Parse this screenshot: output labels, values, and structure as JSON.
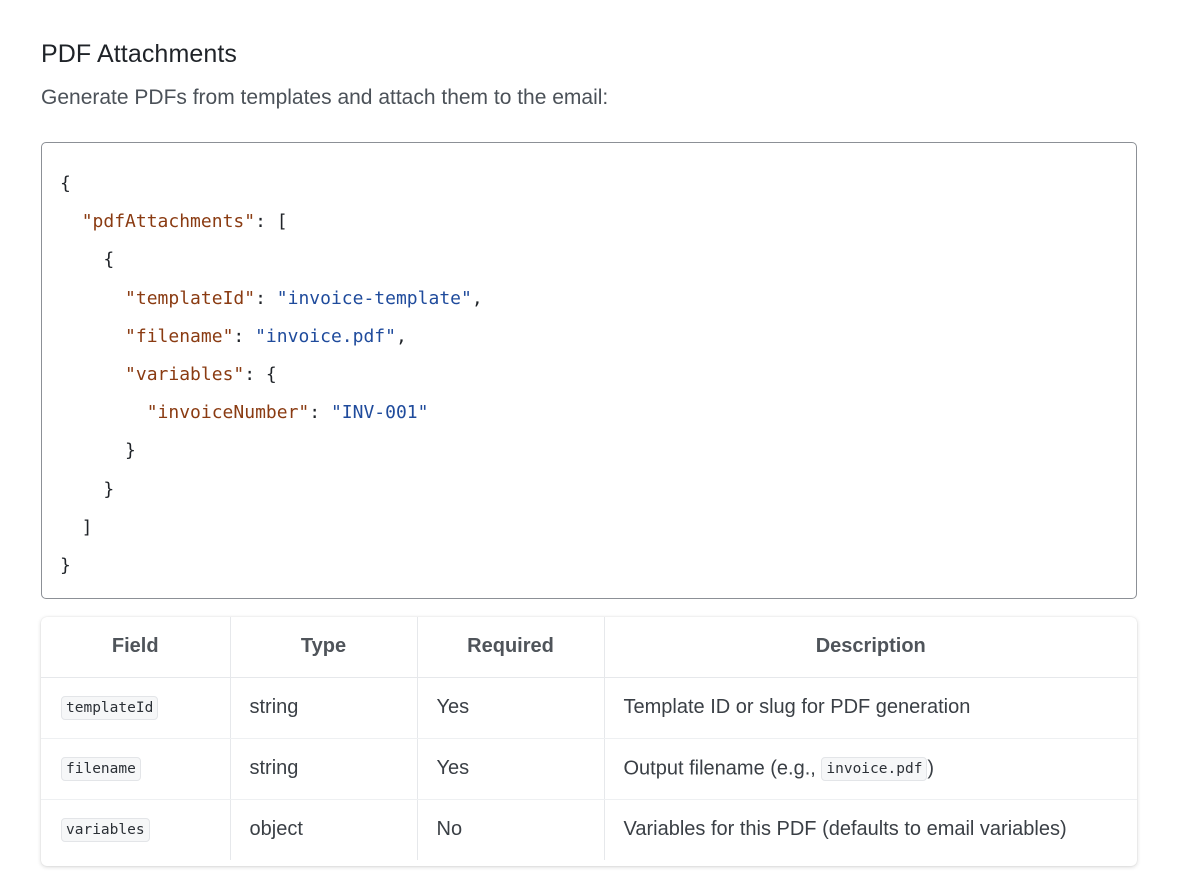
{
  "section": {
    "title": "PDF Attachments",
    "description": "Generate PDFs from templates and attach them to the email:"
  },
  "code": {
    "language": "json",
    "lines": [
      [
        {
          "t": "{",
          "k": "punc"
        }
      ],
      [
        {
          "t": "  ",
          "k": "punc"
        },
        {
          "t": "\"pdfAttachments\"",
          "k": "key"
        },
        {
          "t": ": [",
          "k": "punc"
        }
      ],
      [
        {
          "t": "    {",
          "k": "punc"
        }
      ],
      [
        {
          "t": "      ",
          "k": "punc"
        },
        {
          "t": "\"templateId\"",
          "k": "key"
        },
        {
          "t": ": ",
          "k": "punc"
        },
        {
          "t": "\"invoice-template\"",
          "k": "str"
        },
        {
          "t": ",",
          "k": "punc"
        }
      ],
      [
        {
          "t": "      ",
          "k": "punc"
        },
        {
          "t": "\"filename\"",
          "k": "key"
        },
        {
          "t": ": ",
          "k": "punc"
        },
        {
          "t": "\"invoice.pdf\"",
          "k": "str"
        },
        {
          "t": ",",
          "k": "punc"
        }
      ],
      [
        {
          "t": "      ",
          "k": "punc"
        },
        {
          "t": "\"variables\"",
          "k": "key"
        },
        {
          "t": ": {",
          "k": "punc"
        }
      ],
      [
        {
          "t": "        ",
          "k": "punc"
        },
        {
          "t": "\"invoiceNumber\"",
          "k": "key"
        },
        {
          "t": ": ",
          "k": "punc"
        },
        {
          "t": "\"INV-001\"",
          "k": "str"
        }
      ],
      [
        {
          "t": "      }",
          "k": "punc"
        }
      ],
      [
        {
          "t": "    }",
          "k": "punc"
        }
      ],
      [
        {
          "t": "  ]",
          "k": "punc"
        }
      ],
      [
        {
          "t": "}",
          "k": "punc"
        }
      ]
    ]
  },
  "table": {
    "headers": [
      "Field",
      "Type",
      "Required",
      "Description"
    ],
    "rows": [
      {
        "field": "templateId",
        "type": "string",
        "required": "Yes",
        "description": "Template ID or slug for PDF generation",
        "desc_code": "",
        "desc_suffix": ""
      },
      {
        "field": "filename",
        "type": "string",
        "required": "Yes",
        "description": "Output filename (e.g., ",
        "desc_code": "invoice.pdf",
        "desc_suffix": ")"
      },
      {
        "field": "variables",
        "type": "object",
        "required": "No",
        "description": "Variables for this PDF (defaults to email variables)",
        "desc_code": "",
        "desc_suffix": ""
      }
    ]
  },
  "colors": {
    "json_key": "#8a3b12",
    "json_string": "#1f4b9c",
    "code_border": "#8c9096"
  }
}
